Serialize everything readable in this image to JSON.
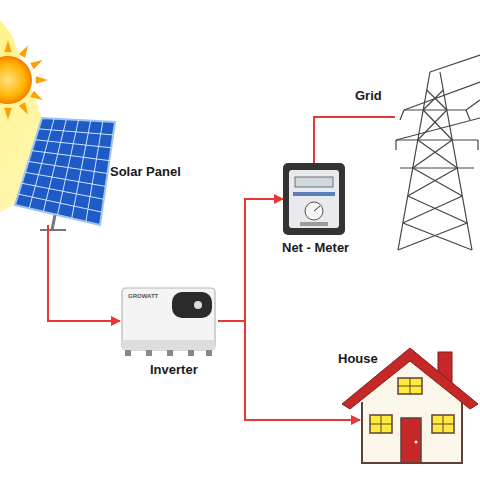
{
  "diagram": {
    "nodes": [
      {
        "text": [
          "Solar Panel"
        ]
      },
      {
        "text": [
          "Grid"
        ]
      },
      {
        "text": [
          "Net - Meter"
        ]
      },
      {
        "text": [
          "Inverter"
        ]
      },
      {
        "text": [
          "House"
        ]
      }
    ],
    "edges": [
      {
        "from": 0,
        "to": 3,
        "arrow": "to"
      },
      {
        "from": 3,
        "to": 2,
        "arrow": "to"
      },
      {
        "from": 2,
        "to": 1,
        "arrow": "none"
      },
      {
        "from": 3,
        "to": 4,
        "arrow": "to"
      }
    ],
    "labels": [
      "GROWATT"
    ]
  }
}
